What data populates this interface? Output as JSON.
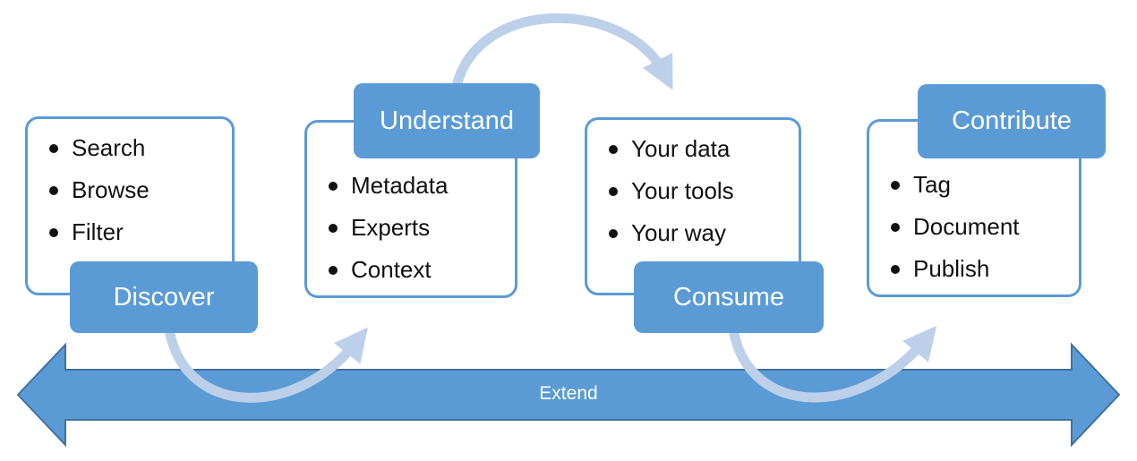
{
  "stages": [
    {
      "label": "Discover",
      "label_position": "bottom",
      "items": [
        "Search",
        "Browse",
        "Filter"
      ]
    },
    {
      "label": "Understand",
      "label_position": "top",
      "items": [
        "Metadata",
        "Experts",
        "Context"
      ]
    },
    {
      "label": "Consume",
      "label_position": "bottom",
      "items": [
        "Your data",
        "Your tools",
        "Your way"
      ]
    },
    {
      "label": "Contribute",
      "label_position": "top",
      "items": [
        "Tag",
        "Document",
        "Publish"
      ]
    }
  ],
  "connectors": [
    {
      "from": "Discover",
      "to": "Understand",
      "style": "curved-under"
    },
    {
      "from": "Understand",
      "to": "Consume",
      "style": "curved-over"
    },
    {
      "from": "Consume",
      "to": "Contribute",
      "style": "curved-under"
    }
  ],
  "extend_arrow": {
    "label": "Extend",
    "direction": "double-headed"
  },
  "icons": {
    "bullet-icon": "●",
    "connector-arrowhead-icon": "➤"
  },
  "colors": {
    "accent_blue": "#5B9BD5",
    "arrow_outline": "#41719C",
    "connector_blue": "#BDD0E9",
    "item_text": "#111111",
    "label_text": "#FFFFFF",
    "background": "#FFFFFF"
  }
}
